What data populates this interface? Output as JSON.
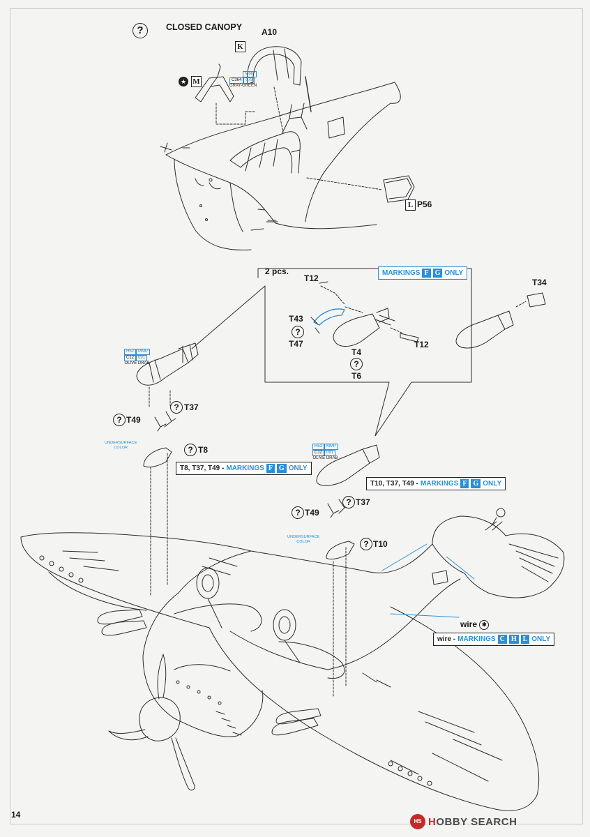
{
  "header": {
    "title": "CLOSED CANOPY"
  },
  "parts": {
    "a10": "A10",
    "p56": "P56",
    "t12a": "T12",
    "t12b": "T12",
    "t34": "T34",
    "t43": "T43",
    "t47": "T47",
    "t4": "T4",
    "t6": "T6",
    "t37a": "T37",
    "t49a": "T49",
    "t8": "T8",
    "t37b": "T37",
    "t49b": "T49",
    "t10": "T10",
    "two_pcs": "2 pcs.",
    "wire": "wire"
  },
  "sprue_letters": {
    "k": "K",
    "m": "M",
    "l": "L"
  },
  "question_mark": "?",
  "paint_callouts": {
    "canopy_frame": {
      "c1_top": "",
      "c2_top": "MMP",
      "c1": "C364",
      "c2": "079",
      "name": "GRAY-GREEN"
    },
    "bomb_left": {
      "c1_top": "H52",
      "c2_top": "MMP",
      "c1": "C12",
      "c2": "091",
      "name": "OLIVE DRAB"
    },
    "bomb_right": {
      "c1_top": "H52",
      "c2_top": "MMP",
      "c1": "C12",
      "c2": "091",
      "name": "OLIVE DRAB"
    }
  },
  "undersurface": {
    "line1": "UNDERSURFACE",
    "line2": "COLOR"
  },
  "markings": {
    "fg_only": {
      "prefix": "MARKINGS",
      "letters": [
        "F",
        "G"
      ],
      "suffix": "ONLY"
    },
    "t8_note": {
      "parts": "T8, T37, T49 -",
      "prefix": "MARKINGS",
      "letters": [
        "F",
        "G"
      ],
      "suffix": "ONLY"
    },
    "t10_note": {
      "parts": "T10, T37, T49 -",
      "prefix": "MARKINGS",
      "letters": [
        "F",
        "G"
      ],
      "suffix": "ONLY"
    },
    "wire_note": {
      "parts": "wire -",
      "prefix": "MARKINGS",
      "letters": [
        "C",
        "H",
        "L"
      ],
      "suffix": "ONLY"
    }
  },
  "page_number": "14",
  "watermark": {
    "logo": "HS",
    "brand_a": "H",
    "brand_b": "BBY SEARCH"
  },
  "colors": {
    "accent": "#2a8fd6",
    "line": "#2b2b2b",
    "paper": "#f4f4f2"
  }
}
